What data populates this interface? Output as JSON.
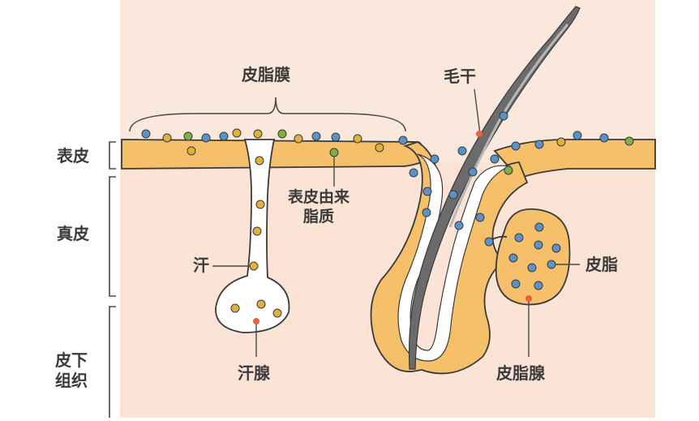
{
  "labels": {
    "sebum_film": "皮脂膜",
    "hair_shaft": "毛干",
    "epidermis": "表皮",
    "dermis": "真皮",
    "subcutis_line1": "皮下",
    "subcutis_line2": "组织",
    "epidermal_lipid_line1": "表皮由来",
    "epidermal_lipid_line2": "脂质",
    "sweat": "汗",
    "sweat_gland": "汗腺",
    "sebum": "皮脂",
    "sebaceous_gland": "皮脂腺"
  },
  "colors": {
    "background": "#fbe8dc",
    "epidermis_band": "#f6c06b",
    "dermis": "#fbe4d5",
    "outline": "#3a3a3a",
    "hair_shaft": "#6b6b6b",
    "hair_shaft_highlight": "#b8b8b8",
    "blue_dot": "#5b93c9",
    "olive_dot": "#7fae4a",
    "yellow_dot": "#e0b23c",
    "red_dot": "#e8623c",
    "leader_line": "#4a4a4a"
  }
}
